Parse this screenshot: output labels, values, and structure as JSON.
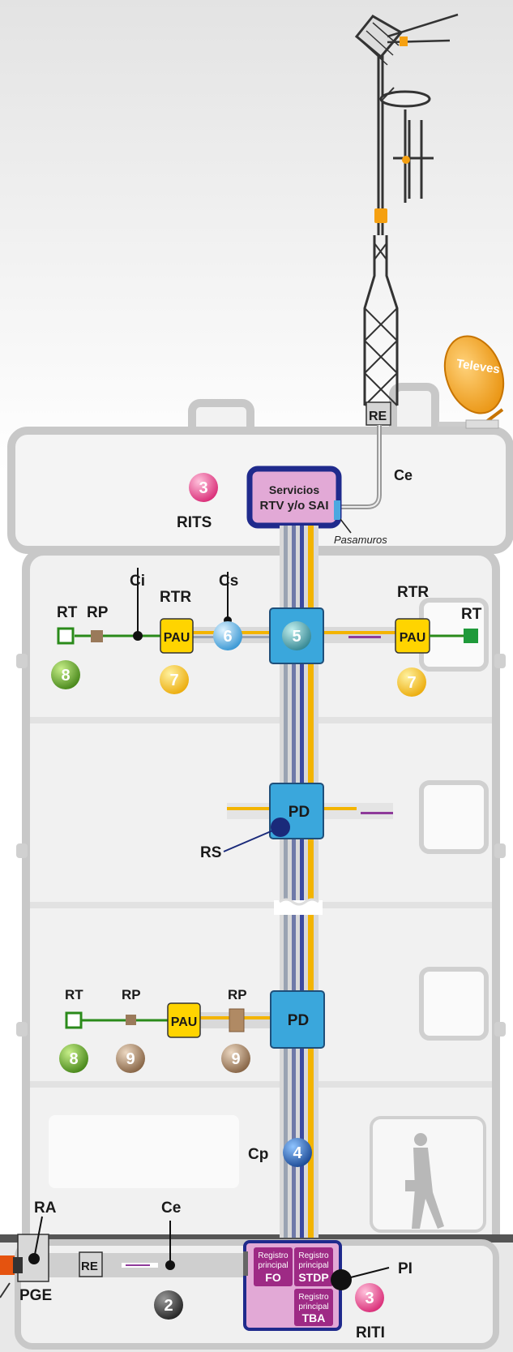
{
  "brand": {
    "logo_text": "Televes"
  },
  "labels": {
    "re_top": "RE",
    "ce_top": "Ce",
    "rits": "RITS",
    "pasamuros": "Pasamuros",
    "ci": "Ci",
    "cs": "Cs",
    "rt_left_1": "RT",
    "rp_left_1": "RP",
    "rtr_left": "RTR",
    "pau_left_1": "PAU",
    "rtr_right": "RTR",
    "rt_right": "RT",
    "pau_right": "PAU",
    "pd_mid": "PD",
    "rs": "RS",
    "rt_left_2": "RT",
    "rp_left_2a": "RP",
    "rp_left_2b": "RP",
    "pau_left_2": "PAU",
    "pd_low": "PD",
    "cp": "Cp",
    "ra": "RA",
    "ce_bottom": "Ce",
    "re_bottom": "RE",
    "pge": "PGE",
    "pi": "PI",
    "riti": "RITI"
  },
  "rits_box": {
    "line1": "Servicios",
    "line2": "RTV y/o SAI"
  },
  "riti_box": {
    "fo": {
      "line1": "Registro",
      "line2": "principal",
      "code": "FO"
    },
    "stdp": {
      "line1": "Registro",
      "line2": "principal",
      "code": "STDP"
    },
    "tba": {
      "line1": "Registro",
      "line2": "principal",
      "code": "TBA"
    }
  },
  "badges": {
    "b3_top": "3",
    "b6": "6",
    "b5": "5",
    "b7_left": "7",
    "b7_right": "7",
    "b8_top": "8",
    "b8_low": "8",
    "b9_a": "9",
    "b9_b": "9",
    "b4": "4",
    "b2": "2",
    "b3_bottom": "3"
  },
  "colors": {
    "pink_badge": "#e8458c",
    "yellow_badge": "#f5b800",
    "green_badge": "#4a9a1c",
    "brown_badge": "#9a7a5a",
    "blue_badge": "#1e5fb5",
    "dark_badge": "#333333",
    "light_blue_badge": "#4aa8e0",
    "pd_blue": "#3aa7dc",
    "pau_yellow": "#ffd400",
    "rits_pink": "#e2a9d6",
    "riti_dark_pink": "#9e2a85",
    "navy_border": "#1f2a8c",
    "dish_orange": "#f5a011"
  }
}
